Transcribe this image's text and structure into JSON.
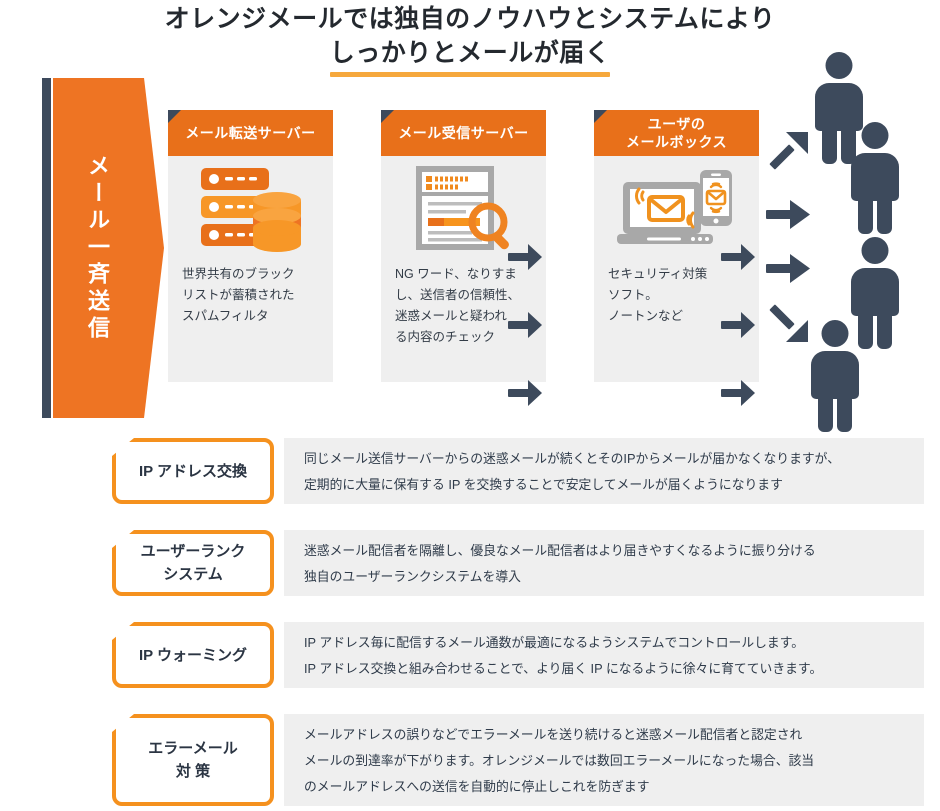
{
  "title": {
    "line1": "オレンジメールでは独自のノウハウとシステムにより",
    "line2": "しっかりとメールが届く"
  },
  "banner": {
    "label": "メール一斉送信"
  },
  "colors": {
    "orange": "#ee7423",
    "orange_header": "#e8701a",
    "orange_tag_border": "#f5911e",
    "navy": "#3d4a5c",
    "light_gray": "#efefef",
    "underline": "#f6a83c"
  },
  "flow": {
    "cards": [
      {
        "header": "メール転送サーバー",
        "header_lines": [
          "メール転送サーバー"
        ],
        "icon": "server-database-icon",
        "body_lines": [
          "世界共有のブラック",
          "リストが蓄積された",
          "スパムフィルタ"
        ]
      },
      {
        "header": "メール受信サーバー",
        "header_lines": [
          "メール受信サーバー"
        ],
        "icon": "document-search-icon",
        "body_lines": [
          "NG ワード、なりすま",
          "し、送信者の信頼性、",
          "迷惑メールと疑われ",
          "る内容のチェック"
        ]
      },
      {
        "header": "ユーザのメールボックス",
        "header_lines": [
          "ユーザの",
          "メールボックス"
        ],
        "icon": "laptop-phone-mail-icon",
        "body_lines": [
          "セキュリティ対策",
          "ソフト。",
          "ノートンなど"
        ]
      }
    ],
    "arrow_count_per_gap": 4,
    "arrow_direction": "right"
  },
  "people": {
    "count": 4,
    "delivery_arrows": [
      "up-right",
      "right",
      "right",
      "down-right"
    ]
  },
  "features": [
    {
      "tag_lines": [
        "IP アドレス交換"
      ],
      "text_lines": [
        "同じメール送信サーバーからの迷惑メールが続くとそのIPからメールが届かなくなりますが、",
        "定期的に大量に保有する IP を交換することで安定してメールが届くようになります"
      ]
    },
    {
      "tag_lines": [
        "ユーザーランク",
        "システム"
      ],
      "text_lines": [
        "迷惑メール配信者を隔離し、優良なメール配信者はより届きやすくなるように振り分ける",
        "独自のユーザーランクシステムを導入"
      ]
    },
    {
      "tag_lines": [
        "IP ウォーミング"
      ],
      "text_lines": [
        "IP アドレス毎に配信するメール通数が最適になるようシステムでコントロールします。",
        "IP アドレス交換と組み合わせることで、より届く IP になるように徐々に育てていきます。"
      ]
    },
    {
      "tag_lines": [
        "エラーメール",
        "対 策"
      ],
      "text_lines": [
        "メールアドレスの誤りなどでエラーメールを送り続けると迷惑メール配信者と認定され",
        "メールの到達率が下がります。オレンジメールでは数回エラーメールになった場合、該当",
        "のメールアドレスへの送信を自動的に停止しこれを防ぎます"
      ]
    }
  ]
}
